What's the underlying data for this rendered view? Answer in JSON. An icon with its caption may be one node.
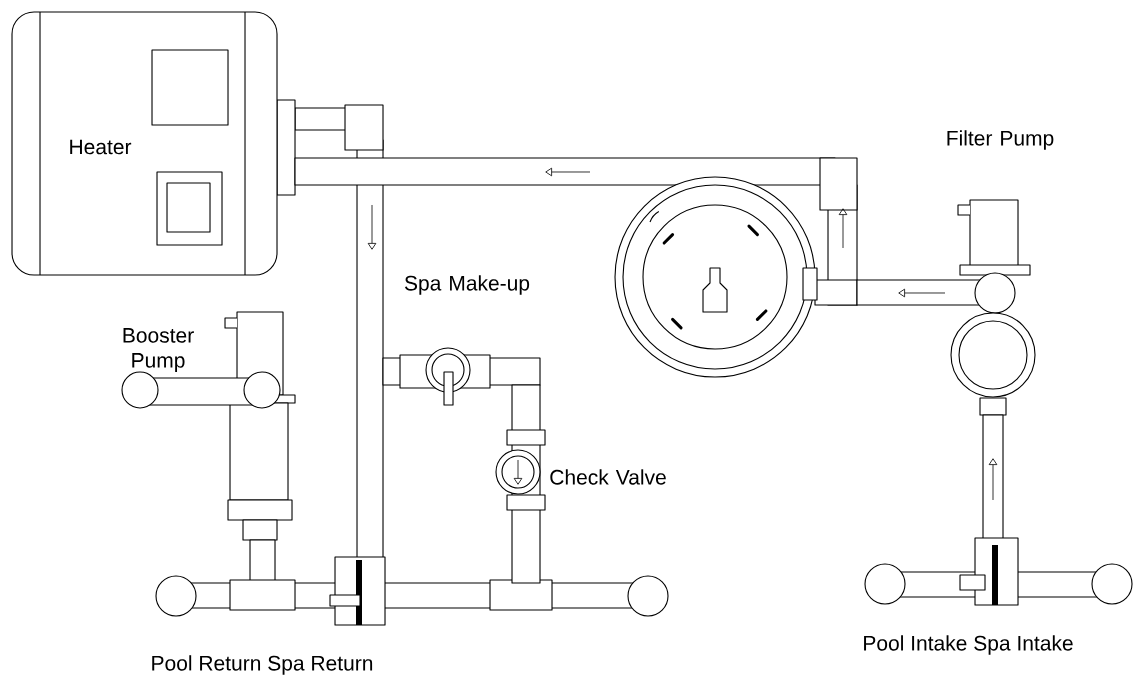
{
  "diagram": {
    "nodes": [
      {
        "text": [
          "Heater"
        ]
      }
    ],
    "labels": [
      "Filter Pump",
      "Spa Make-up",
      "Booster Pump",
      "Check Valve",
      "Pool Intake Spa Intake",
      "Pool Return Spa Return"
    ]
  }
}
